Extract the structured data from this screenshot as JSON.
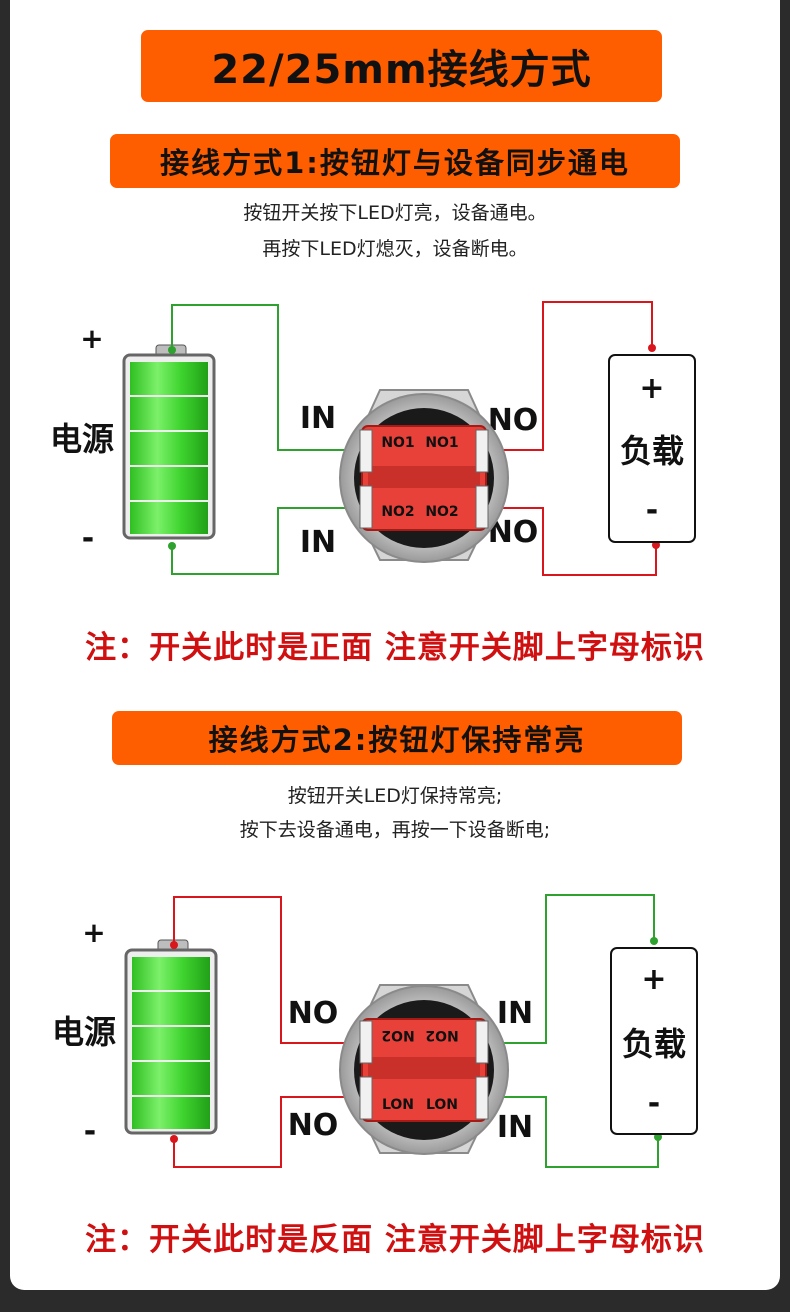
{
  "title": "22/25mm接线方式",
  "colors": {
    "accent": "#ff5e00",
    "note": "#d01010",
    "wire_green": "#2ea12e",
    "wire_red": "#d9161c",
    "battery": "#3ed430"
  },
  "section1": {
    "title": "接线方式1:按钮灯与设备同步通电",
    "desc_lines": [
      "按钮开关按下LED灯亮，设备通电。",
      "再按下LED灯熄灭，设备断电。"
    ],
    "power": {
      "plus": "+",
      "label": "电源",
      "minus": "-"
    },
    "left_labels": {
      "top": "IN",
      "bottom": "IN"
    },
    "right_labels": {
      "top": "NO",
      "bottom": "NO"
    },
    "pins": {
      "top_left": "NO1",
      "top_right": "NO1",
      "bottom_left": "NO2",
      "bottom_right": "NO2"
    },
    "load": {
      "plus": "+",
      "label": "负载",
      "minus": "-"
    },
    "note": "注：开关此时是正面 注意开关脚上字母标识"
  },
  "section2": {
    "title": "接线方式2:按钮灯保持常亮",
    "desc_lines": [
      "按钮开关LED灯保持常亮;",
      "按下去设备通电，再按一下设备断电;"
    ],
    "power": {
      "plus": "+",
      "label": "电源",
      "minus": "-"
    },
    "left_labels": {
      "top": "NO",
      "bottom": "NO"
    },
    "right_labels": {
      "top": "IN",
      "bottom": "IN"
    },
    "pins": {
      "top_left": "NO2",
      "top_right": "NO2",
      "bottom_left": "LON",
      "bottom_right": "LON"
    },
    "load": {
      "plus": "+",
      "label": "负载",
      "minus": "-"
    },
    "note": "注：开关此时是反面 注意开关脚上字母标识"
  }
}
